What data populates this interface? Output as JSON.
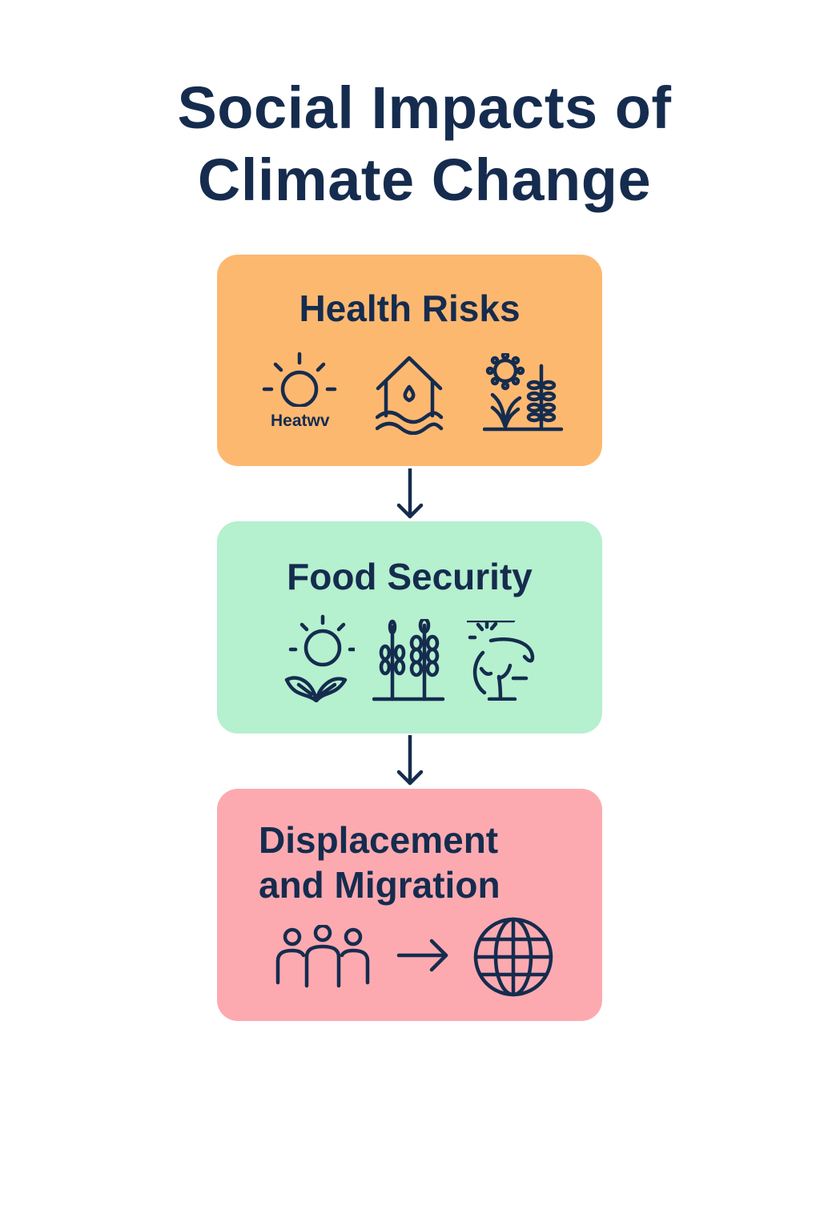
{
  "title": {
    "line1": "Social Impacts of",
    "line2": "Climate Change"
  },
  "boxes": [
    {
      "title": "Health Risks",
      "color": "#fdb870",
      "icons": [
        "sun-icon",
        "flooded-house-icon",
        "sun-crops-icon"
      ],
      "caption": "Heatwv"
    },
    {
      "title": "Food Security",
      "color": "#b5f0cf",
      "icons": [
        "sun-sprout-icon",
        "wheat-icon",
        "withered-tree-icon"
      ]
    },
    {
      "title_line1": "Displacement",
      "title_line2": "and Migration",
      "color": "#fcaab0",
      "icons": [
        "people-icon",
        "arrow-right-icon",
        "globe-icon"
      ]
    }
  ],
  "text_color": "#152c4e"
}
